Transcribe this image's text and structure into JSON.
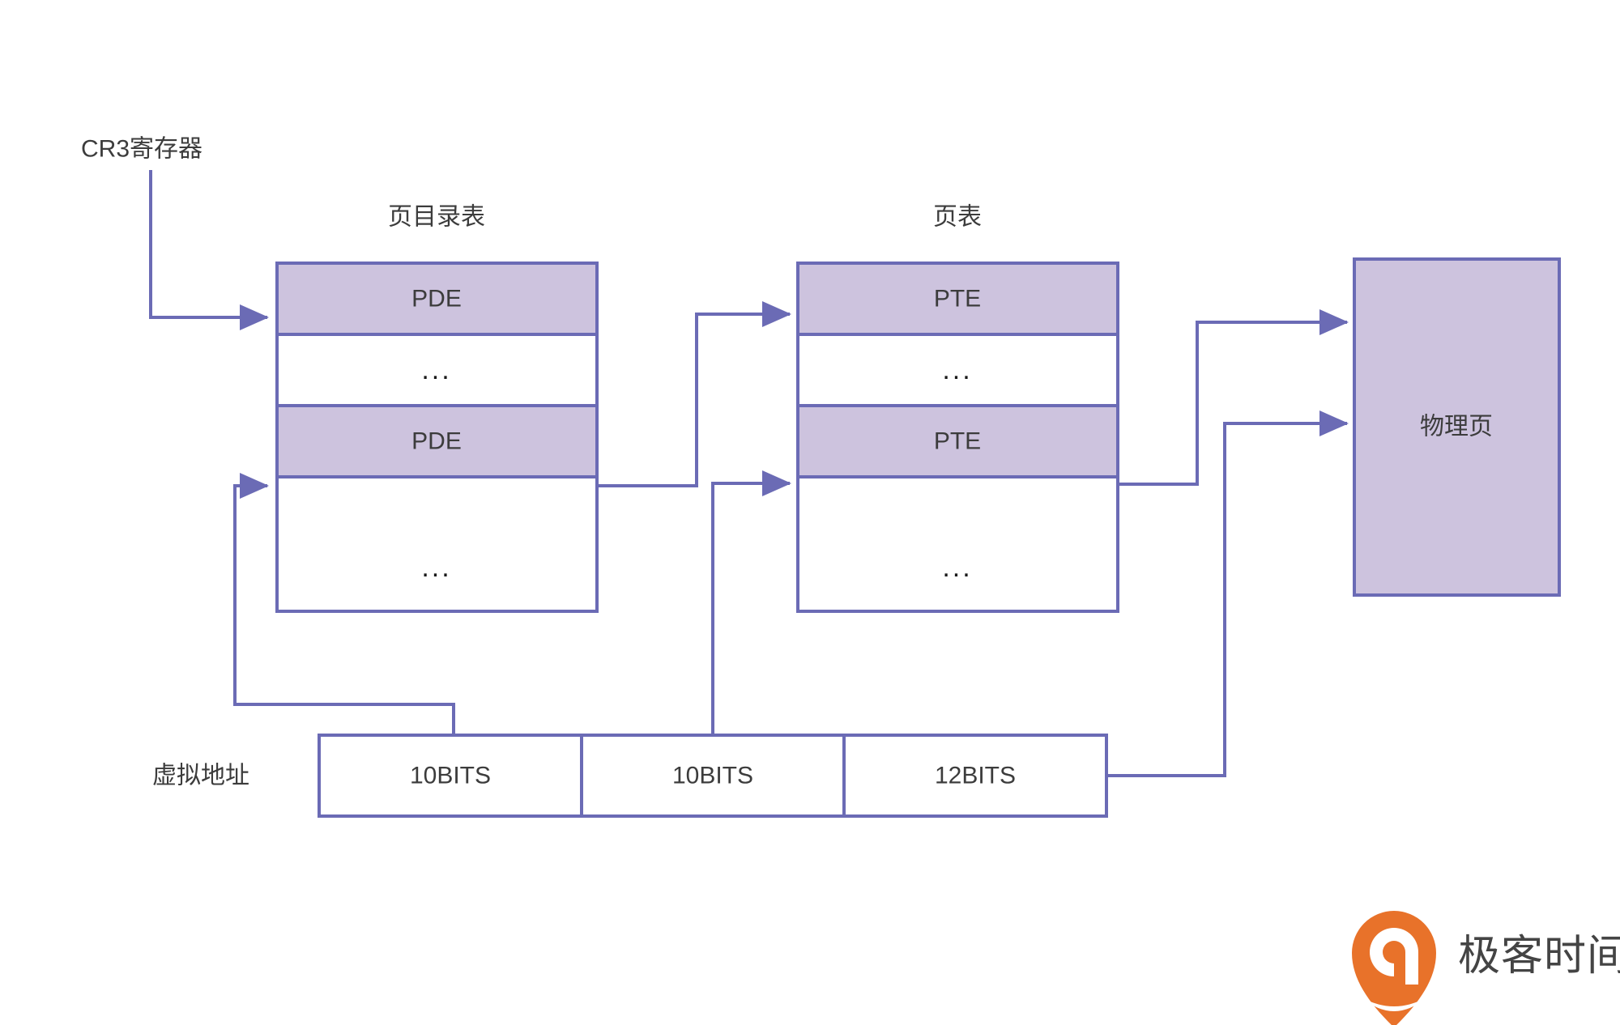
{
  "colors": {
    "fill_purple": "#cdc3de",
    "stroke_purple": "#6b6bb5",
    "text_dark": "#3c3c3c",
    "white": "#ffffff",
    "logo_orange": "#e8722a"
  },
  "labels": {
    "cr3_register": "CR3寄存器",
    "page_directory_caption": "页目录表",
    "page_table_caption": "页表",
    "virtual_address": "虚拟地址",
    "physical_page": "物理页"
  },
  "page_directory": {
    "caption": "页目录表",
    "rows": [
      {
        "label": "PDE",
        "highlight": true
      },
      {
        "label": "...",
        "highlight": false
      },
      {
        "label": "PDE",
        "highlight": true
      },
      {
        "label": "...",
        "highlight": false
      }
    ]
  },
  "page_table": {
    "caption": "页表",
    "rows": [
      {
        "label": "PTE",
        "highlight": true
      },
      {
        "label": "...",
        "highlight": false
      },
      {
        "label": "PTE",
        "highlight": true
      },
      {
        "label": "...",
        "highlight": false
      }
    ]
  },
  "physical_page": {
    "label": "物理页"
  },
  "virtual_address": {
    "label": "虚拟地址",
    "fields": [
      {
        "label": "10BITS",
        "bits": 10
      },
      {
        "label": "10BITS",
        "bits": 10
      },
      {
        "label": "12BITS",
        "bits": 12
      }
    ]
  },
  "connections": [
    {
      "from": "cr3-register",
      "to": "page-directory-row-0"
    },
    {
      "from": "virtual-address-field-0",
      "to": "page-directory-row-2"
    },
    {
      "from": "page-directory-row-0",
      "to": "page-table-row-0"
    },
    {
      "from": "page-directory-row-2",
      "to": "page-table-row-0"
    },
    {
      "from": "virtual-address-field-1",
      "to": "page-table-row-2"
    },
    {
      "from": "page-table-row-0",
      "to": "physical-page"
    },
    {
      "from": "page-table-row-2",
      "to": "physical-page"
    },
    {
      "from": "virtual-address-field-2",
      "to": "physical-page"
    }
  ],
  "watermark": {
    "brand": "极客时间"
  }
}
